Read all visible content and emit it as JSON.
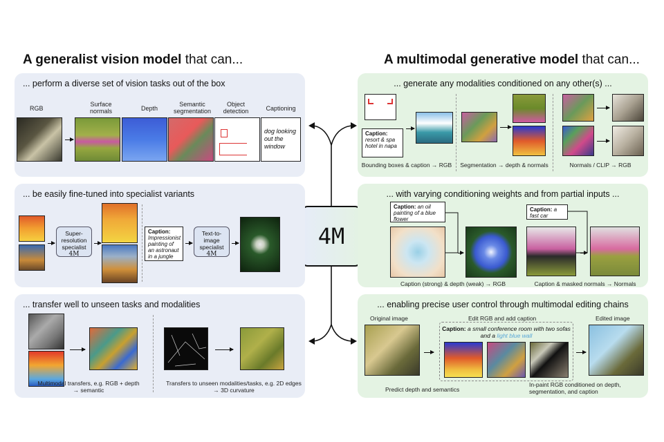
{
  "headings": {
    "left_bold": "A generalist vision model",
    "left_rest": " that can...",
    "right_bold": "A multimodal generative model",
    "right_rest": " that can..."
  },
  "center_label": "4M",
  "panel1": {
    "title": "... perform a diverse set of vision tasks out of the box",
    "labels": [
      "RGB",
      "Surface normals",
      "Depth",
      "Semantic segmentation",
      "Object detection",
      "Captioning"
    ],
    "caption_text": "dog looking out the window"
  },
  "panel2": {
    "title": "... be easily fine-tuned into specialist variants",
    "specialist1": "Super-resolution specialist",
    "specialist2": "Text-to-image specialist",
    "model_tag": "4M",
    "caption_label": "Caption:",
    "caption_text": "Impressionist painting of an astronaut in a jungle"
  },
  "panel3": {
    "title": "... transfer well to unseen tasks and modalities",
    "label1": "Multimodal transfers, e.g. RGB + depth → semantic",
    "label2": "Transfers to unseen modalities/tasks, e.g. 2D edges → 3D curvature"
  },
  "panel4": {
    "title": "... generate any modalities conditioned on any other(s) ...",
    "caption_label": "Caption:",
    "caption_text": "resort & spa hotel in napa",
    "label1": "Bounding boxes & caption → RGB",
    "label2": "Segmentation → depth & normals",
    "label3": "Normals / CLIP → RGB"
  },
  "panel5": {
    "title": "... with varying conditioning weights and from partial inputs ...",
    "caption1_label": "Caption:",
    "caption1_text": "an oil painting of a blue flower",
    "caption2_label": "Caption:",
    "caption2_text": "a fast car",
    "label1": "Caption (strong) & depth (weak) → RGB",
    "label2": "Caption & masked normals → Normals"
  },
  "panel6": {
    "title": "... enabling precise user control through multimodal editing chains",
    "original": "Original image",
    "edit": "Edit RGB and add caption",
    "edited": "Edited image",
    "caption_label": "Caption:",
    "caption_text_a": "a small conference room with two sofas and a",
    "caption_text_b": "light blue wall",
    "predict": "Predict depth and semantics",
    "inpaint": "In-paint RGB conditioned on depth, segmentation, and caption"
  },
  "colors": {
    "left_panel": "#e9edf6",
    "right_panel": "#e4f3e3",
    "caption_highlight": "#58a6d6"
  }
}
